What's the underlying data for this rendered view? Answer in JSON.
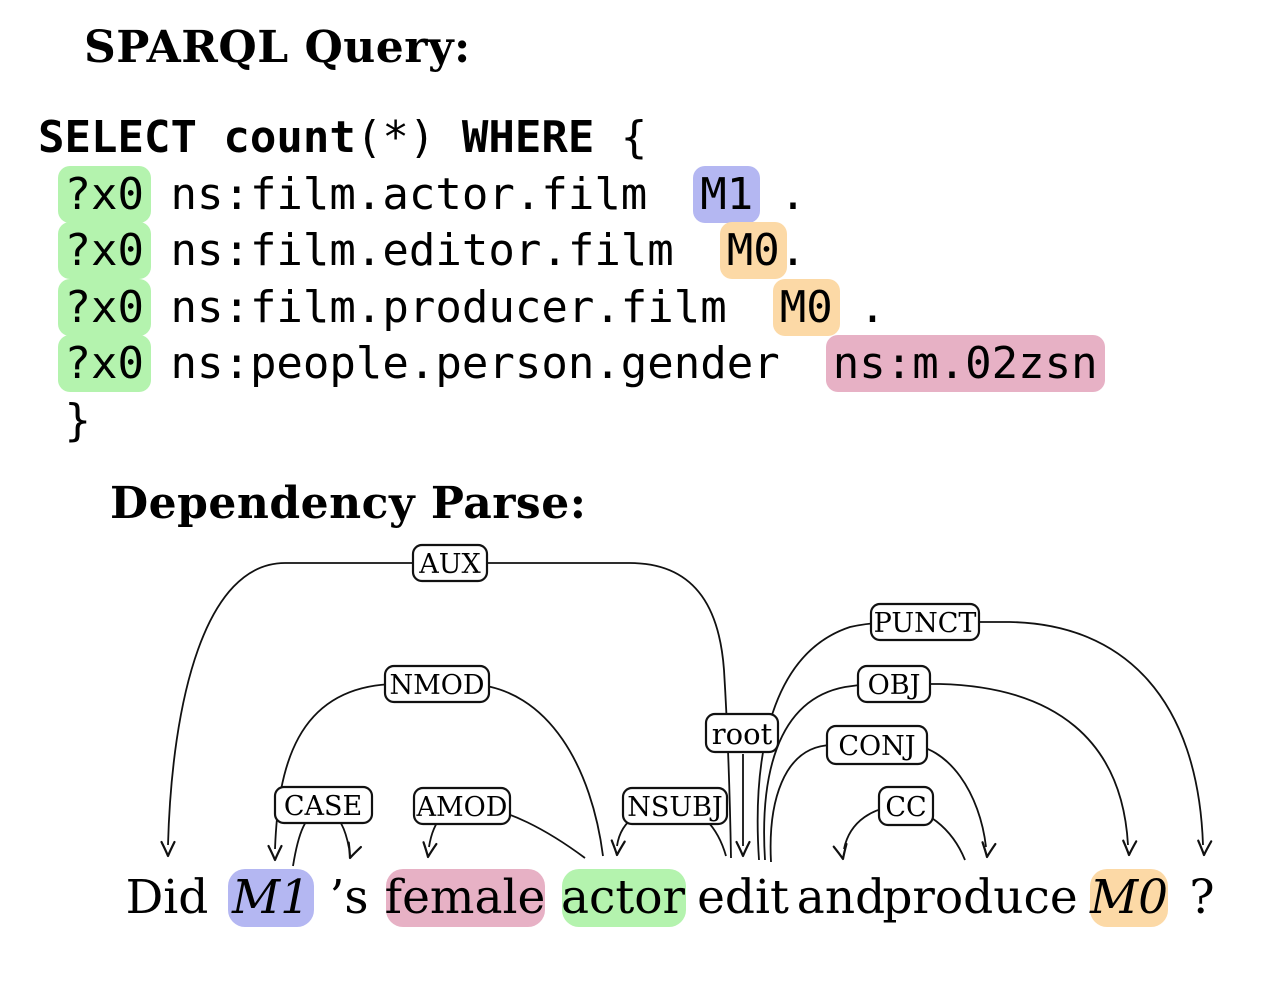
{
  "colors": {
    "green": "#b4f3ae",
    "blue": "#b4b7f2",
    "orange": "#fcd9a6",
    "pink": "#e7b1c5"
  },
  "sparql": {
    "heading": "SPARQL Query:",
    "line1": {
      "kw1": "SELECT count",
      "punct1": "(*) ",
      "kw2": "WHERE",
      "punct2": " {"
    },
    "line2": {
      "lead": " ",
      "subj": "?x0",
      "pred": " ns:film.actor.film  ",
      "obj": "M1",
      "tail": " ."
    },
    "line3": {
      "lead": " ",
      "subj": "?x0",
      "pred": " ns:film.editor.film  ",
      "obj": "M0",
      "tail": "."
    },
    "line4": {
      "lead": " ",
      "subj": "?x0",
      "pred": " ns:film.producer.film  ",
      "obj": "M0",
      "tail": " ."
    },
    "line5": {
      "lead": " ",
      "subj": "?x0",
      "pred": " ns:people.person.gender  ",
      "obj": "ns:m.02zsn",
      "tail": ""
    },
    "line6": " }"
  },
  "parse": {
    "heading": "Dependency Parse:",
    "labels": {
      "aux": "AUX",
      "punct": "PUNCT",
      "nmod": "NMOD",
      "obj": "OBJ",
      "root": "root",
      "conj": "CONJ",
      "case": "CASE",
      "amod": "AMOD",
      "nsubj": "NSUBJ",
      "cc": "CC"
    },
    "words": {
      "did": "Did",
      "m1": "M1",
      "poss": "’s",
      "female": "female",
      "actor": "actor",
      "edit": "edit",
      "and": "and",
      "produce": "produce",
      "m0": "M0",
      "qmark": "?"
    }
  }
}
